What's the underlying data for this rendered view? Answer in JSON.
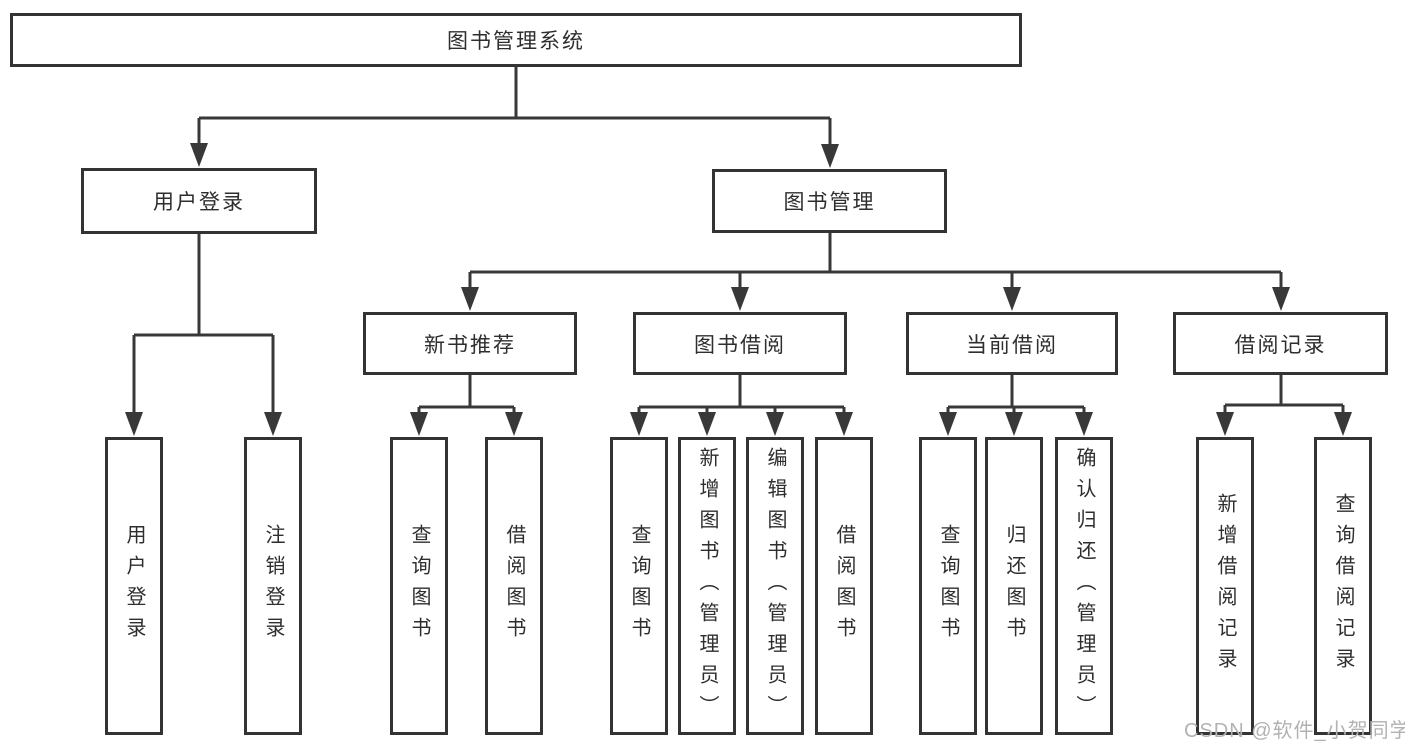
{
  "diagram": {
    "root": {
      "label": "图书管理系统"
    },
    "level2": [
      {
        "label": "用户登录"
      },
      {
        "label": "图书管理"
      }
    ],
    "level3": [
      {
        "label": "新书推荐"
      },
      {
        "label": "图书借阅"
      },
      {
        "label": "当前借阅"
      },
      {
        "label": "借阅记录"
      }
    ],
    "leaves": {
      "user_login": "用户登录",
      "logout": "注销登录",
      "recommend_search": "查询图书",
      "recommend_borrow": "借阅图书",
      "borrow_search": "查询图书",
      "borrow_add": "新增图书（管理员）",
      "borrow_edit": "编辑图书（管理员）",
      "borrow_borrow": "借阅图书",
      "current_search": "查询图书",
      "current_return": "归还图书",
      "current_confirm": "确认归还（管理员）",
      "records_add": "新增借阅记录",
      "records_search": "查询借阅记录"
    },
    "watermark": "CSDN @软件_小贺同学",
    "colors": {
      "line": "#383838",
      "border": "#333333",
      "text": "#2e2e2e",
      "watermark": "#b2b2b2",
      "background": "#ffffff"
    }
  }
}
